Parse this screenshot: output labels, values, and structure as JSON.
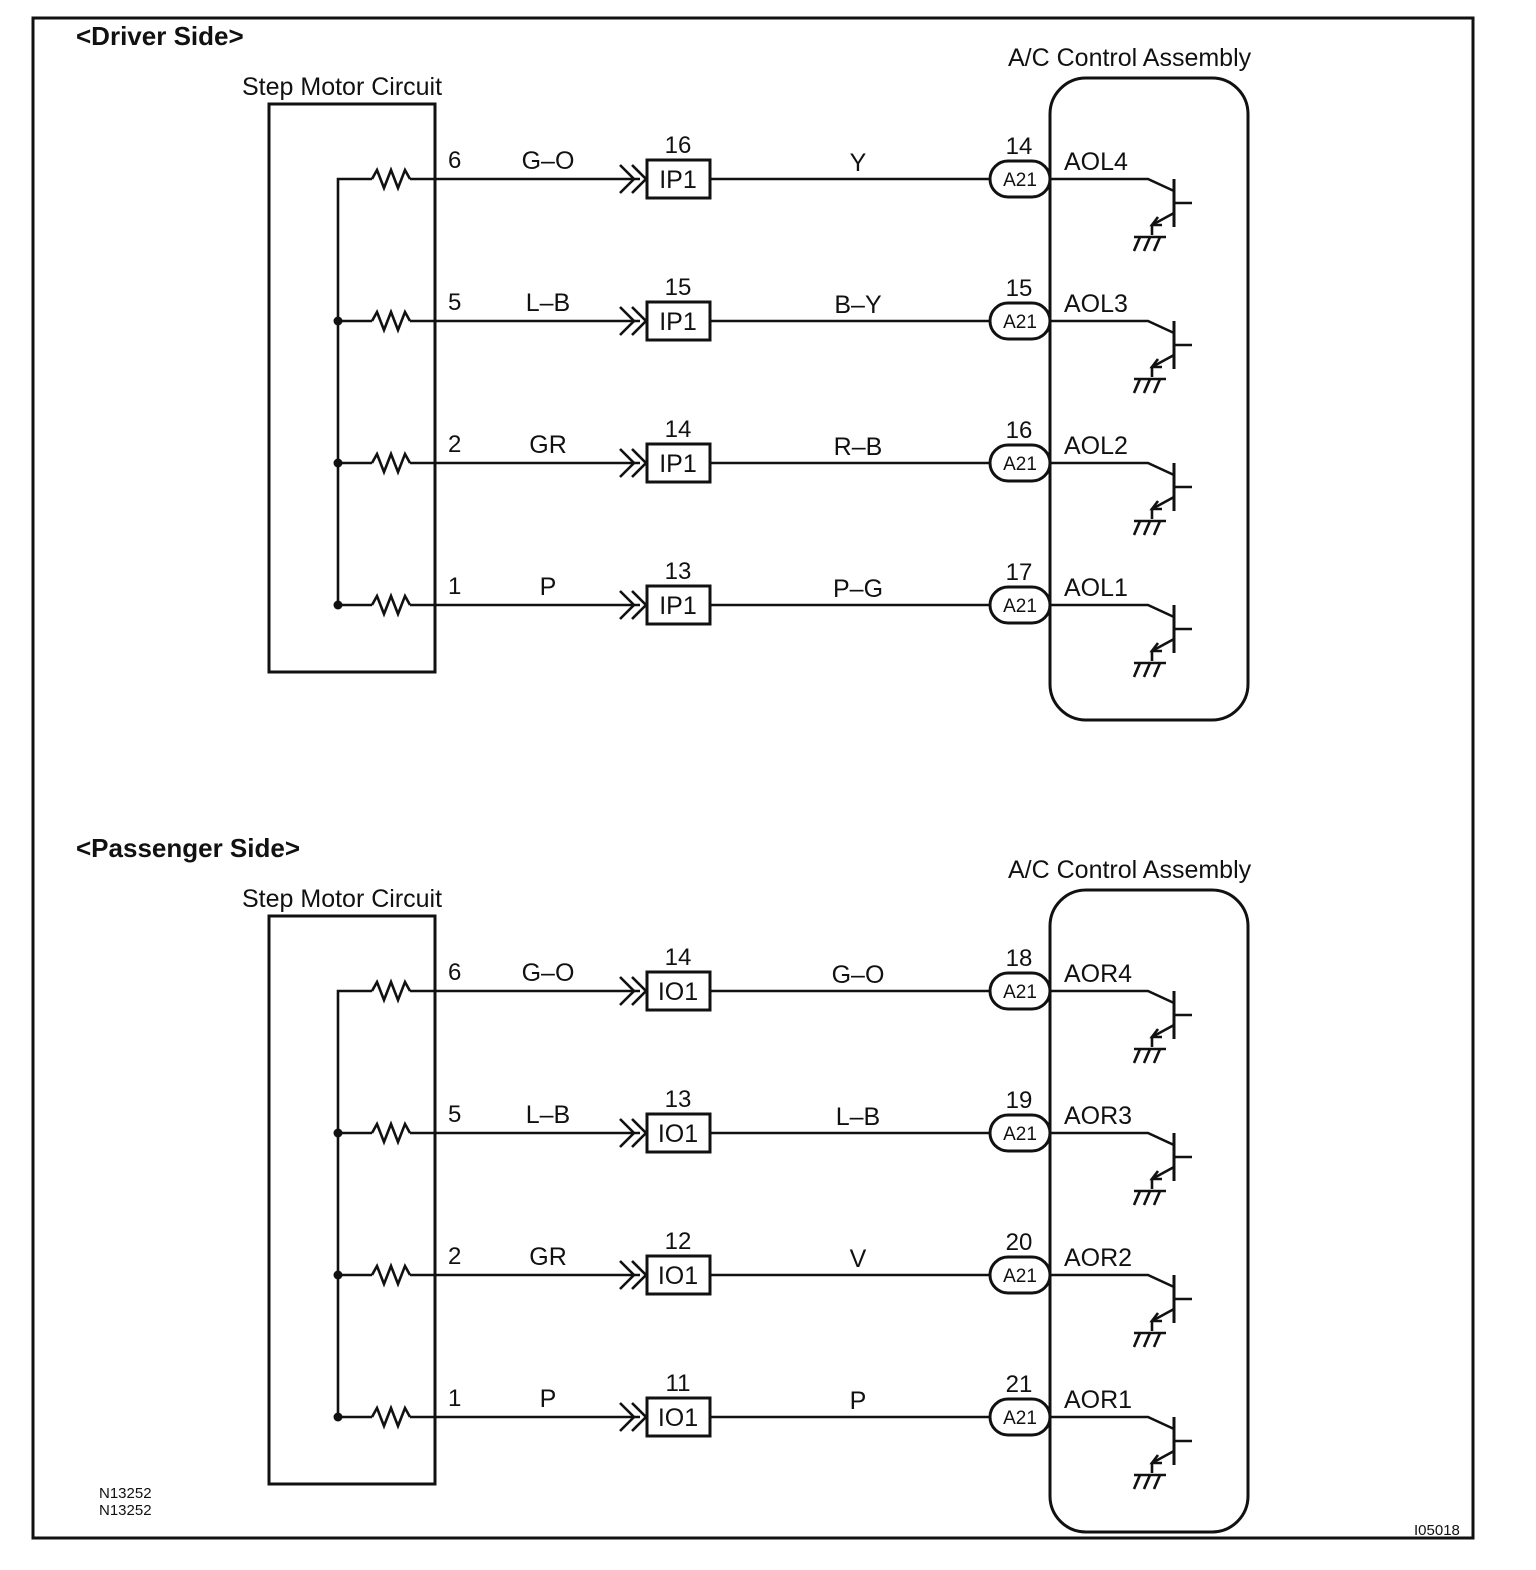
{
  "sections": [
    {
      "heading": "<Driver Side>",
      "motor_label": "Step Motor Circuit",
      "ecu_label": "A/C Control Assembly",
      "wires": [
        {
          "motor_pin": "6",
          "wire_color_1": "G–O",
          "conn_pin": "16",
          "conn_name": "IP1",
          "wire_color_2": "Y",
          "ecu_pin": "14",
          "ecu_conn": "A21",
          "signal": "AOL4"
        },
        {
          "motor_pin": "5",
          "wire_color_1": "L–B",
          "conn_pin": "15",
          "conn_name": "IP1",
          "wire_color_2": "B–Y",
          "ecu_pin": "15",
          "ecu_conn": "A21",
          "signal": "AOL3"
        },
        {
          "motor_pin": "2",
          "wire_color_1": "GR",
          "conn_pin": "14",
          "conn_name": "IP1",
          "wire_color_2": "R–B",
          "ecu_pin": "16",
          "ecu_conn": "A21",
          "signal": "AOL2"
        },
        {
          "motor_pin": "1",
          "wire_color_1": "P",
          "conn_pin": "13",
          "conn_name": "IP1",
          "wire_color_2": "P–G",
          "ecu_pin": "17",
          "ecu_conn": "A21",
          "signal": "AOL1"
        }
      ]
    },
    {
      "heading": "<Passenger Side>",
      "motor_label": "Step Motor Circuit",
      "ecu_label": "A/C Control Assembly",
      "wires": [
        {
          "motor_pin": "6",
          "wire_color_1": "G–O",
          "conn_pin": "14",
          "conn_name": "IO1",
          "wire_color_2": "G–O",
          "ecu_pin": "18",
          "ecu_conn": "A21",
          "signal": "AOR4"
        },
        {
          "motor_pin": "5",
          "wire_color_1": "L–B",
          "conn_pin": "13",
          "conn_name": "IO1",
          "wire_color_2": "L–B",
          "ecu_pin": "19",
          "ecu_conn": "A21",
          "signal": "AOR3"
        },
        {
          "motor_pin": "2",
          "wire_color_1": "GR",
          "conn_pin": "12",
          "conn_name": "IO1",
          "wire_color_2": "V",
          "ecu_pin": "20",
          "ecu_conn": "A21",
          "signal": "AOR2"
        },
        {
          "motor_pin": "1",
          "wire_color_1": "P",
          "conn_pin": "11",
          "conn_name": "IO1",
          "wire_color_2": "P",
          "ecu_pin": "21",
          "ecu_conn": "A21",
          "signal": "AOR1"
        }
      ]
    }
  ],
  "footer": {
    "code_1": "N13252",
    "code_2": "N13252",
    "figure_id": "I05018"
  }
}
